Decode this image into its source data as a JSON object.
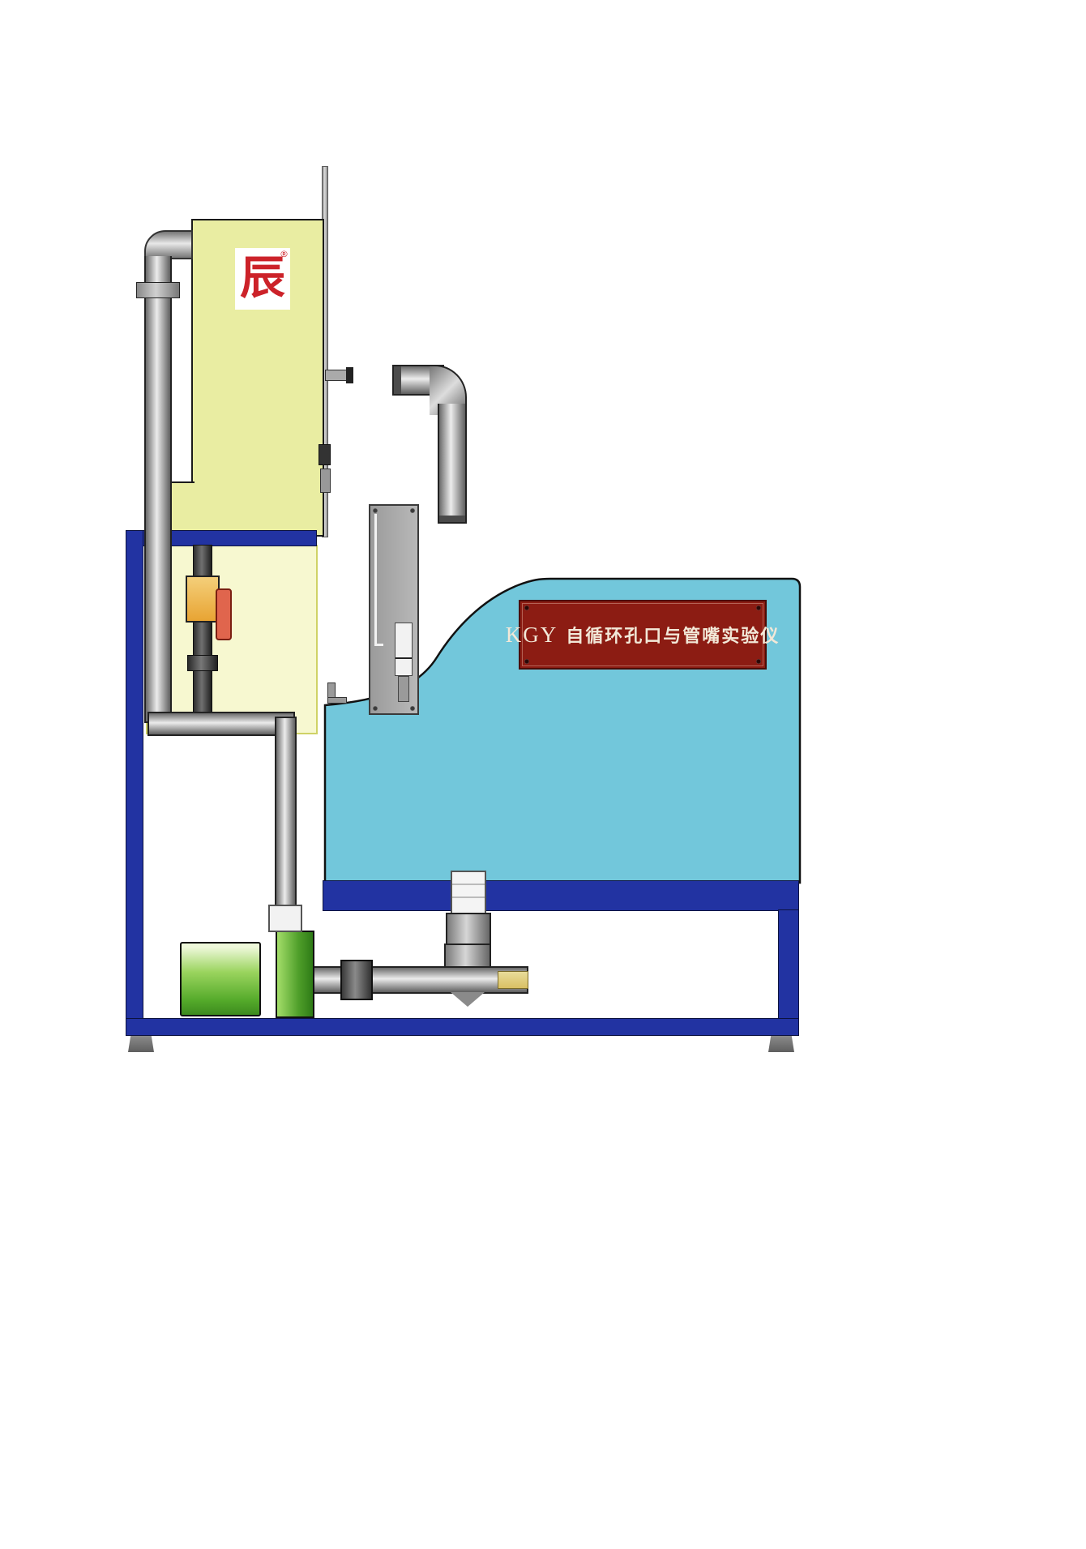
{
  "diagram": {
    "title": "KGY 自循环孔口与管嘴实验仪",
    "nameplate": {
      "brand": "KGY",
      "name": "自循环孔口与管嘴实验仪"
    },
    "logo": {
      "glyph": "辰",
      "registered": "®"
    }
  },
  "colors": {
    "frame_blue": "#2233a2",
    "tank_yellow": "#e9eda2",
    "tank_yellow_light": "#f7f8d0",
    "tank_yellow_border": "#cfd266",
    "water_cyan": "#72c7db",
    "nameplate_red": "#8c1c13",
    "nameplate_text": "#f2e8d8",
    "logo_red": "#cc2229",
    "pump_green_light": "#9ad45e",
    "pump_green_dark": "#3d8a1e",
    "valve_orange": "#e8a433",
    "handle_red": "#e0654d",
    "brass_yellow": "#d9c064"
  }
}
